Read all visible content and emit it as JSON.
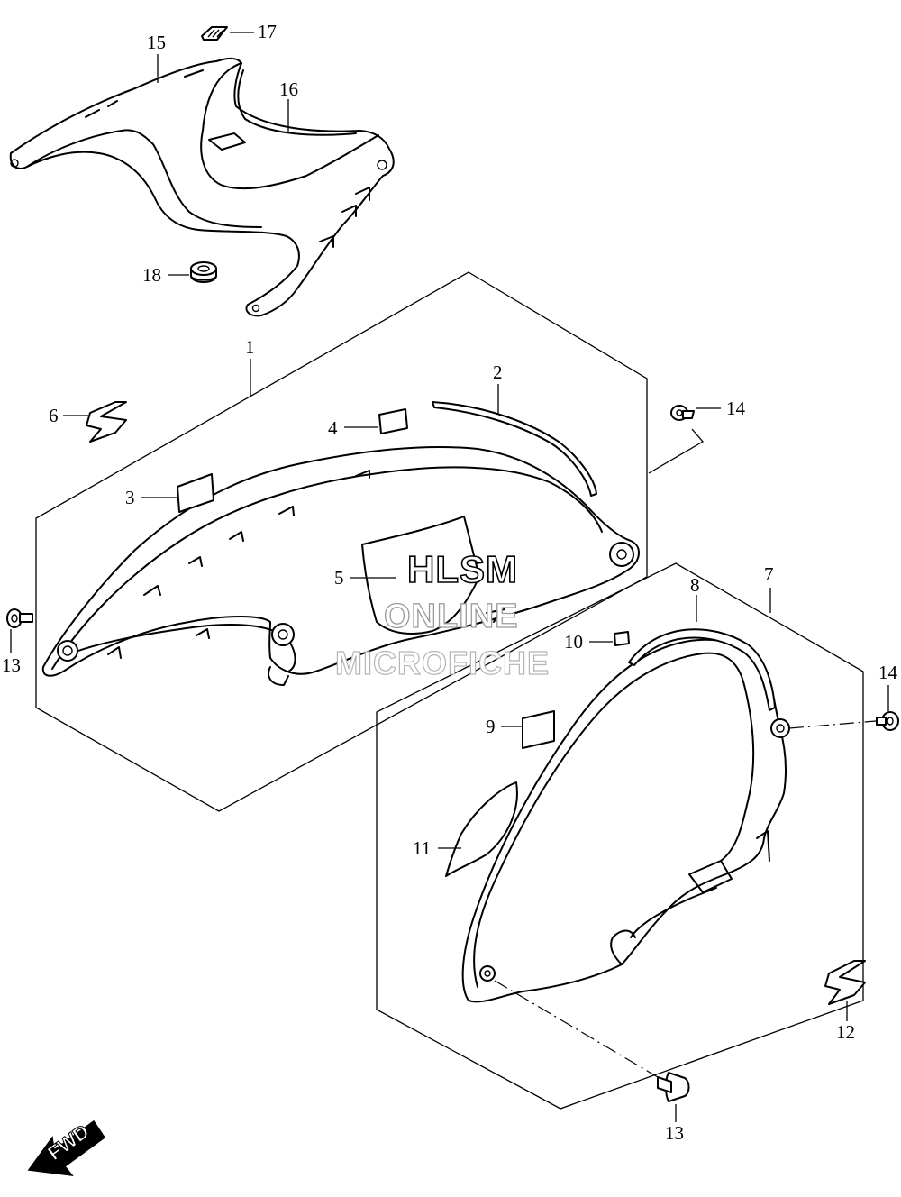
{
  "callouts": {
    "c1": "1",
    "c2": "2",
    "c3": "3",
    "c4": "4",
    "c5": "5",
    "c6": "6",
    "c7": "7",
    "c8": "8",
    "c9": "9",
    "c10": "10",
    "c11": "11",
    "c12": "12",
    "c13a": "13",
    "c13b": "13",
    "c14a": "14",
    "c14b": "14",
    "c15": "15",
    "c16": "16",
    "c17": "17",
    "c18": "18"
  },
  "watermark": {
    "line1": "HLSM",
    "line2": "ONLINE",
    "line3": "MICROFICHE"
  },
  "direction_arrow": {
    "label": "FWD"
  }
}
